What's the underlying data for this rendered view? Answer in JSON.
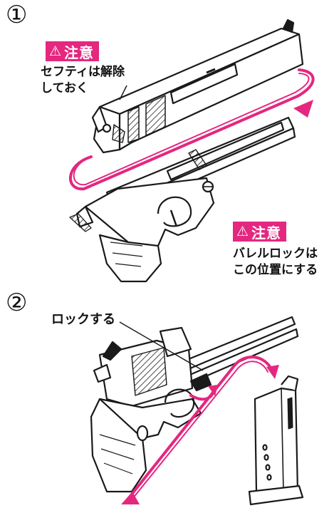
{
  "steps": [
    {
      "number": "①",
      "notes": [
        {
          "badge": {
            "icon": "warning-triangle-icon",
            "glyph": "⚠",
            "label": "注意"
          },
          "lines": [
            "セフティは解除",
            "しておく"
          ]
        },
        {
          "badge": {
            "icon": "warning-triangle-icon",
            "glyph": "⚠",
            "label": "注意"
          },
          "lines": [
            "バレルロックは",
            "この位置にする"
          ]
        }
      ]
    },
    {
      "number": "②",
      "callout": "ロックする"
    }
  ],
  "colors": {
    "accent": "#e4277f",
    "line": "#1a1a1a",
    "paper": "#ffffff"
  },
  "icons": [
    "warning-triangle-icon",
    "pistol-slide-illustration",
    "pistol-frame-illustration",
    "assembled-pistol-illustration",
    "magazine-illustration",
    "insert-arrow-icon"
  ]
}
